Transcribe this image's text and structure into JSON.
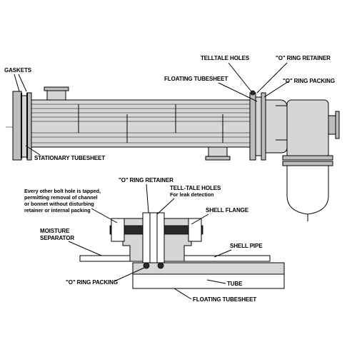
{
  "labels": {
    "gaskets": "GASKETS",
    "telltale_holes_top": "TELLTALE HOLES",
    "o_ring_retainer_top": "\"O\" RING RETAINER",
    "floating_tubesheet_top": "FLOATING TUBESHEET",
    "o_ring_packing_top": "\"O\" RING PACKING",
    "stationary_tubesheet": "STATIONARY TUBESHEET",
    "o_ring_retainer_detail": "\"O\" RING RETAINER",
    "tell_tale_holes_detail": "TELL-TALE HOLES",
    "tell_tale_holes_sub": "For leak detection",
    "bolt_note_line1": "Every other bolt hole is tapped,",
    "bolt_note_line2": "permitting removal of channel",
    "bolt_note_line3": "or bonnet without disturbing",
    "bolt_note_line4": "retainer or internal packing",
    "shell_flange": "SHELL FLANGE",
    "moisture_separator_line1": "MOISTURE",
    "moisture_separator_line2": "SEPARATOR",
    "shell_pipe": "SHELL PIPE",
    "o_ring_packing_detail": "\"O\" RING PACKING",
    "tube": "TUBE",
    "floating_tubesheet_detail": "FLOATING TUBESHEET"
  },
  "colors": {
    "ink": "#000000",
    "body_fill": "#d6d6d6",
    "dark_fill": "#2a2a2a"
  }
}
